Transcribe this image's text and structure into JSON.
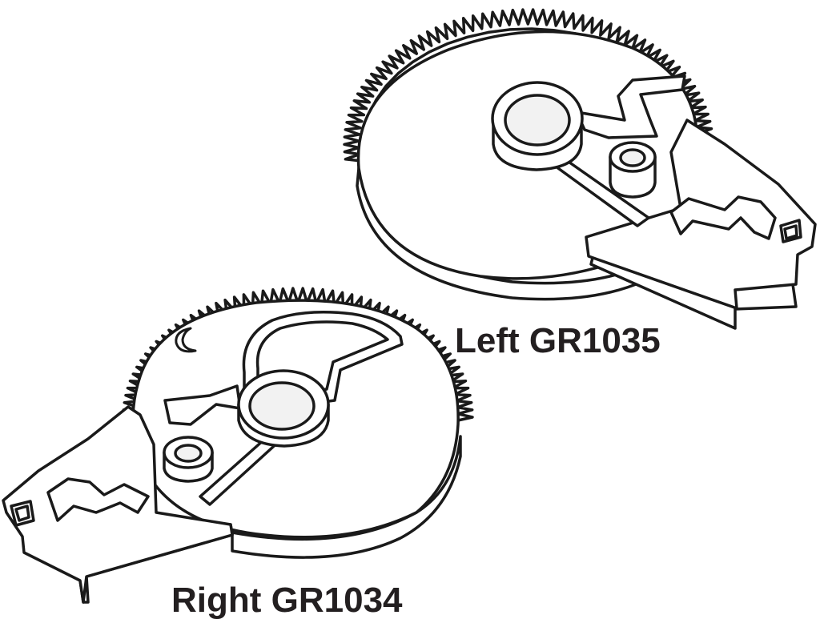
{
  "labels": {
    "left": "Left GR1035",
    "right": "Right GR1034"
  },
  "parts": [
    {
      "id": "left",
      "part_number": "GR1035",
      "side": "Left"
    },
    {
      "id": "right",
      "part_number": "GR1034",
      "side": "Right"
    }
  ],
  "colors": {
    "line": "#1a1a1a",
    "fill": "#ffffff",
    "shade": "#f2f2f2",
    "text": "#231f20"
  }
}
